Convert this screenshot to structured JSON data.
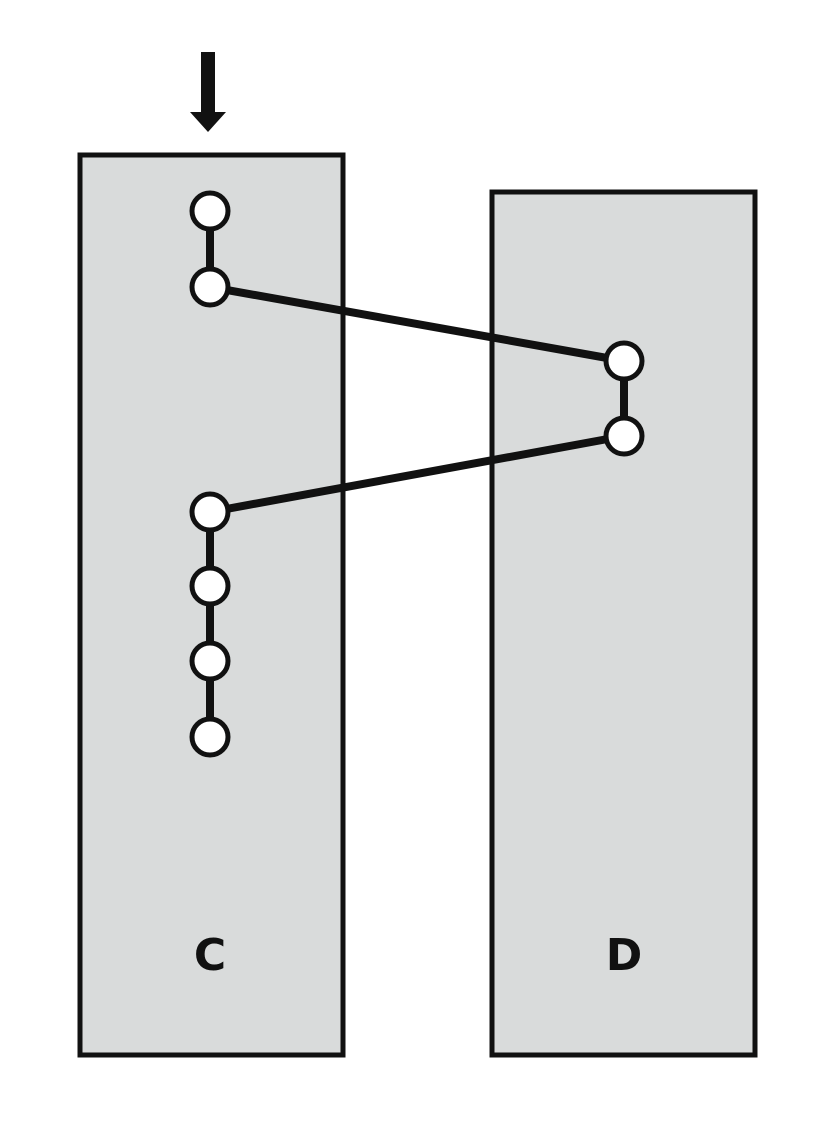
{
  "diagram": {
    "colors": {
      "fill": "#d9dbdb",
      "stroke": "#111111",
      "node": "#ffffff"
    },
    "blocks": [
      {
        "id": "C",
        "label": "C"
      },
      {
        "id": "D",
        "label": "D"
      }
    ],
    "entry_arrow": {
      "target": "C",
      "icon": "arrow-down-icon"
    },
    "nodes": [
      {
        "id": "c1",
        "block": "C"
      },
      {
        "id": "c2",
        "block": "C"
      },
      {
        "id": "d1",
        "block": "D"
      },
      {
        "id": "d2",
        "block": "D"
      },
      {
        "id": "c3",
        "block": "C"
      },
      {
        "id": "c4",
        "block": "C"
      },
      {
        "id": "c5",
        "block": "C"
      },
      {
        "id": "c6",
        "block": "C"
      }
    ],
    "edges": [
      [
        "c1",
        "c2"
      ],
      [
        "c2",
        "d1"
      ],
      [
        "d1",
        "d2"
      ],
      [
        "d2",
        "c3"
      ],
      [
        "c3",
        "c4"
      ],
      [
        "c4",
        "c5"
      ],
      [
        "c5",
        "c6"
      ]
    ]
  }
}
